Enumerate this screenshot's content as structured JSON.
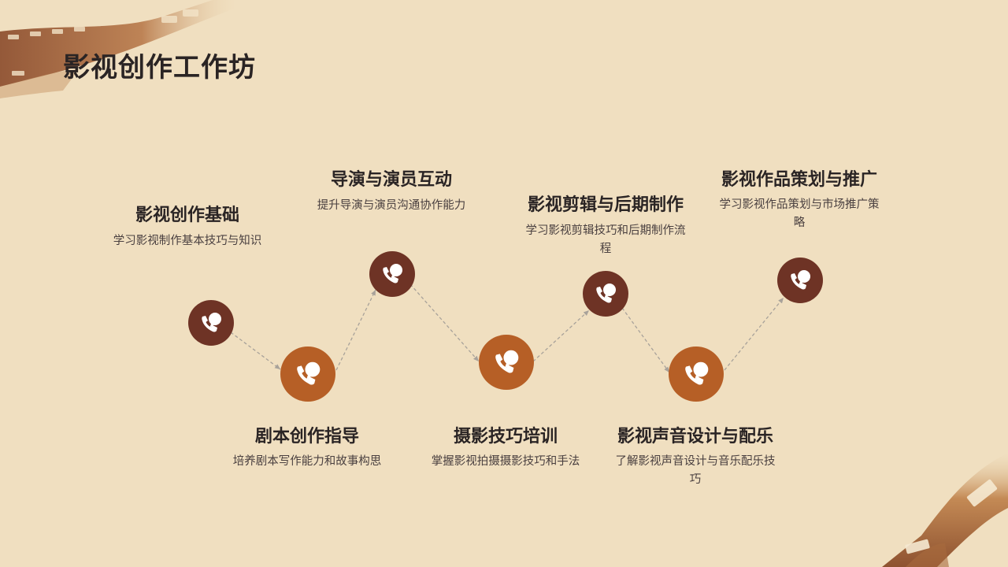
{
  "title": "影视创作工作坊",
  "colors": {
    "background": "#f0dfc0",
    "node_dark": "#6e3325",
    "node_orange": "#b65f26",
    "text": "#2a2424",
    "connector": "#a8a29a"
  },
  "steps": [
    {
      "heading": "影视创作基础",
      "description": "学习影视制作基本技巧与知识",
      "icon": "phone-chat-icon"
    },
    {
      "heading": "剧本创作指导",
      "description": "培养剧本写作能力和故事构思",
      "icon": "phone-chat-icon"
    },
    {
      "heading": "导演与演员互动",
      "description": "提升导演与演员沟通协作能力",
      "icon": "phone-chat-icon"
    },
    {
      "heading": "摄影技巧培训",
      "description": "掌握影视拍摄摄影技巧和手法",
      "icon": "phone-chat-icon"
    },
    {
      "heading": "影视剪辑与后期制作",
      "description": "学习影视剪辑技巧和后期制作流程",
      "icon": "phone-chat-icon"
    },
    {
      "heading": "影视声音设计与配乐",
      "description": "了解影视声音设计与音乐配乐技巧",
      "icon": "phone-chat-icon"
    },
    {
      "heading": "影视作品策划与推广",
      "description": "学习影视作品策划与市场推广策略",
      "icon": "phone-chat-icon"
    }
  ]
}
